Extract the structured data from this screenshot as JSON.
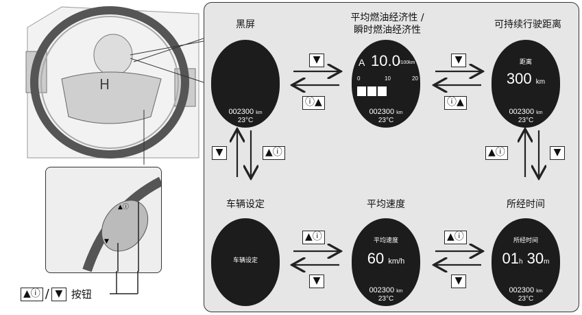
{
  "screens": {
    "blank": {
      "title": "黑屏"
    },
    "fuel": {
      "title1": "平均燃油经济性 /",
      "title2": "瞬时燃油经济性",
      "mode": "A",
      "value": "10.0",
      "unit": "l/100km",
      "scale": [
        "0",
        "10",
        "20"
      ]
    },
    "range": {
      "title": "可持续行驶距离",
      "label": "距离",
      "value": "300",
      "unit": "km"
    },
    "settings": {
      "title": "车辆设定",
      "label": "车辆设定"
    },
    "speed": {
      "title": "平均速度",
      "label": "平均速度",
      "value": "60",
      "unit": "km/h"
    },
    "time": {
      "title": "所经时间",
      "label": "所经时间",
      "hours": "01",
      "h": "h",
      "minutes": "30",
      "m": "m"
    }
  },
  "odometer": {
    "value": "002300",
    "unit": "km",
    "temp": "23°C"
  },
  "buttons": {
    "down": "▼",
    "up_info": "▲ⓘ",
    "info_up": "ⓘ▲"
  },
  "legend": {
    "up_info": "▲ⓘ",
    "slash": "/",
    "down": "▼",
    "label": "按钮"
  }
}
